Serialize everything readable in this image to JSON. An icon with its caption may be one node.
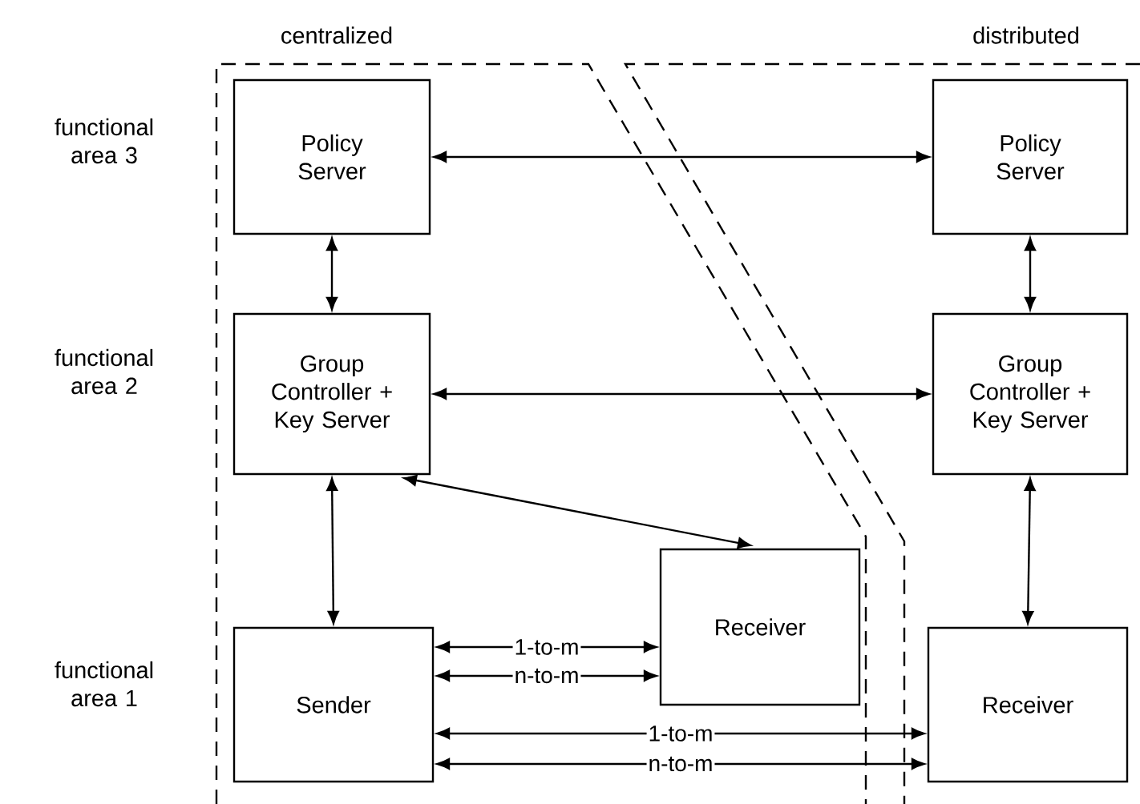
{
  "diagram": {
    "nodes": [
      {
        "text": [
          "Policy Server"
        ]
      },
      {
        "text": [
          "Policy Server"
        ]
      },
      {
        "text": [
          "Group Controller + Key Server"
        ]
      },
      {
        "text": [
          "Group Controller + Key Server"
        ]
      },
      {
        "text": [
          "Sender"
        ]
      },
      {
        "text": [
          "Receiver"
        ]
      },
      {
        "text": [
          "Receiver"
        ]
      }
    ],
    "edges": [
      {
        "from": 0,
        "to": 1,
        "arrow": "both"
      },
      {
        "from": 0,
        "to": 2,
        "arrow": "both"
      },
      {
        "from": 1,
        "to": 3,
        "arrow": "both"
      },
      {
        "from": 2,
        "to": 3,
        "arrow": "both"
      },
      {
        "from": 2,
        "to": 5,
        "arrow": "both"
      },
      {
        "from": 2,
        "to": 4,
        "arrow": "both"
      },
      {
        "from": 3,
        "to": 6,
        "arrow": "both"
      },
      {
        "from": 4,
        "to": 5,
        "arrow": "both",
        "label": "1-to-m"
      },
      {
        "from": 4,
        "to": 5,
        "arrow": "both",
        "label": "n-to-m"
      },
      {
        "from": 4,
        "to": 6,
        "arrow": "both",
        "label": "1-to-m"
      },
      {
        "from": 4,
        "to": 6,
        "arrow": "both",
        "label": "n-to-m"
      }
    ],
    "labels": [
      "centralized",
      "distributed",
      "functional area 3",
      "functional area 2",
      "functional area 1"
    ]
  }
}
